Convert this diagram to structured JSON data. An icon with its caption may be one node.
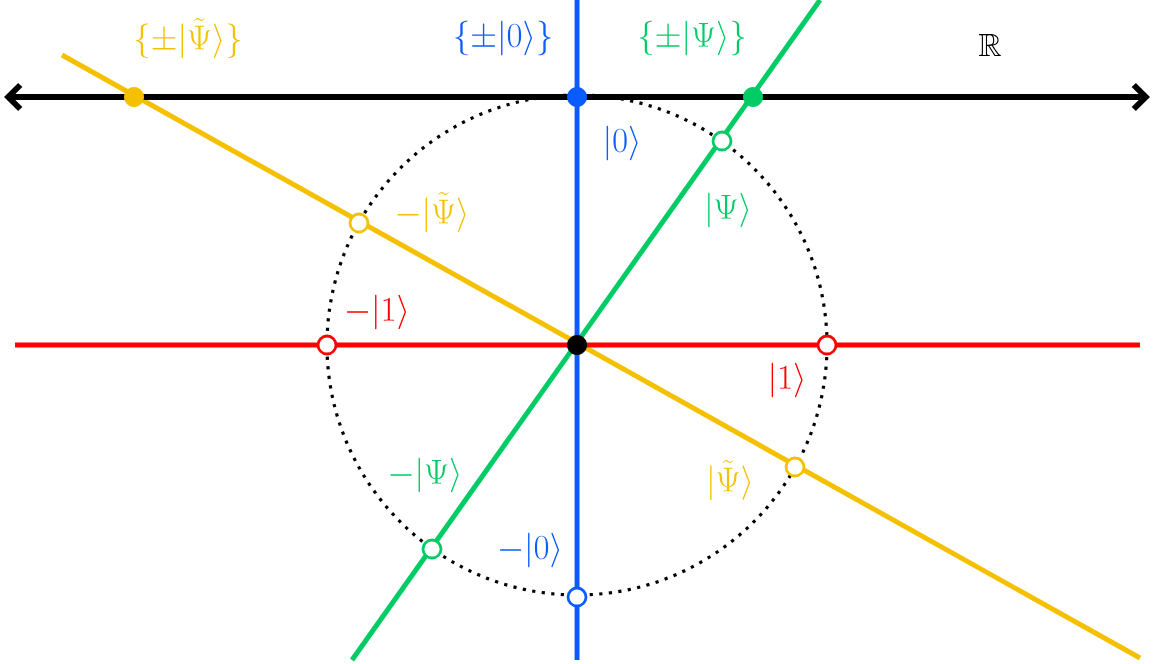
{
  "diagram": {
    "labels": [
      "\\{\\pm|\\tilde{\\Psi}\\rangle\\}",
      "\\{\\pm|0\\rangle\\}",
      "\\{\\pm|\\Psi\\rangle\\}",
      "\\mathbb{R}",
      "|0\\rangle",
      "-|\\tilde{\\Psi}\\rangle",
      "|\\Psi\\rangle",
      "-|1\\rangle",
      "|1\\rangle",
      "-|\\Psi\\rangle",
      "|\\tilde{\\Psi}\\rangle",
      "-|0\\rangle"
    ]
  }
}
